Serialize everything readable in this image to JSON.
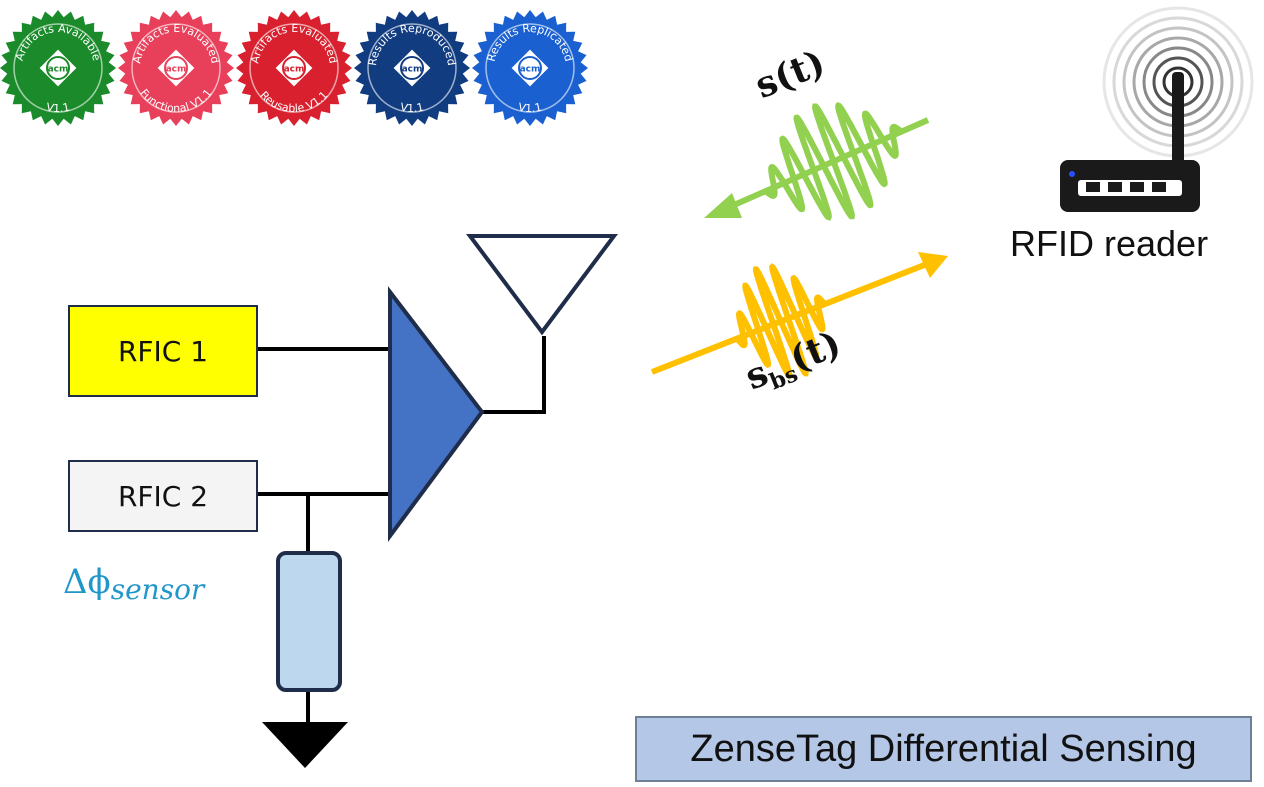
{
  "badges": [
    {
      "top_text": "Artifacts Available",
      "bottom_text": "V1.1",
      "center": "acm",
      "color": "#1a8a2a"
    },
    {
      "top_text": "Artifacts Evaluated",
      "bottom_text": "Functional V1.1",
      "center": "acm",
      "color": "#e8405a"
    },
    {
      "top_text": "Artifacts Evaluated",
      "bottom_text": "Reusable V1.1",
      "center": "acm",
      "color": "#d8202e"
    },
    {
      "top_text": "Results Reproduced",
      "bottom_text": "V1.1",
      "center": "acm",
      "color": "#123c80"
    },
    {
      "top_text": "Results Replicated",
      "bottom_text": "V1.1",
      "center": "acm",
      "color": "#1a60d0"
    }
  ],
  "diagram": {
    "rfic1_label": "RFIC 1",
    "rfic2_label": "RFIC 2",
    "phase_symbol": "Δϕ",
    "phase_subscript": "sensor",
    "signal_forward": "s(t)",
    "signal_backscatter_base": "s",
    "signal_backscatter_sub": "bs",
    "signal_backscatter_arg": "(t)",
    "reader_label": "RFID reader",
    "title": "ZenseTag Differential Sensing"
  },
  "colors": {
    "rfic1_fill": "#ffff00",
    "amplifier_fill": "#4472c4",
    "resistor_fill": "#bdd7ee",
    "forward_wave": "#92d050",
    "backscatter_wave": "#ffc000",
    "phase_label": "#2196c9",
    "title_fill": "#b4c7e7"
  }
}
